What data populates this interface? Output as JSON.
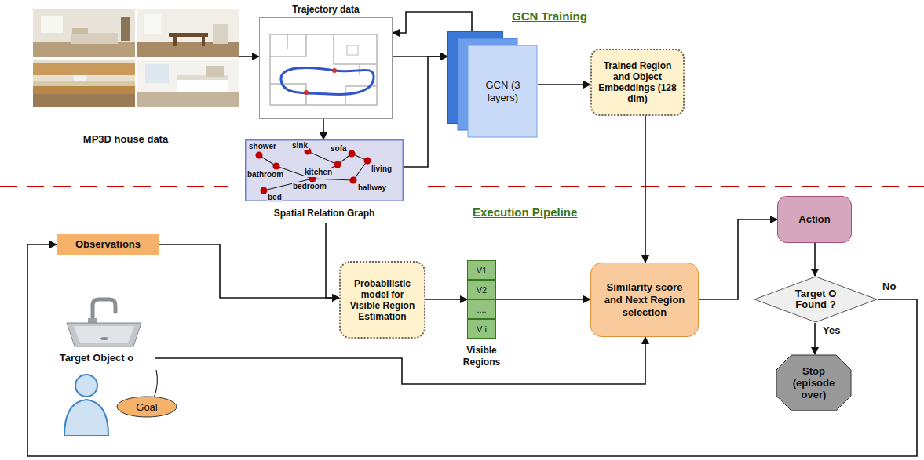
{
  "diagram": {
    "nodes": [
      {
        "text": [
          "MP3D house data"
        ]
      },
      {
        "text": [
          "Trajectory data"
        ]
      },
      {
        "text": [
          "GCN (3 layers)"
        ]
      },
      {
        "text": [
          "Trained Region and Object Embeddings (128 dim)"
        ]
      },
      {
        "text": [
          "Spatial Relation Graph"
        ]
      },
      {
        "text": [
          "Observations"
        ]
      },
      {
        "text": [
          "Target Object o"
        ]
      },
      {
        "text": [
          "Goal"
        ]
      },
      {
        "text": [
          "Probabilistic model for Visible Region Estimation"
        ]
      },
      {
        "text": [
          "Visible Regions"
        ]
      },
      {
        "text": [
          "V1"
        ],
        "in": 9
      },
      {
        "text": [
          "V2"
        ],
        "in": 9
      },
      {
        "text": [
          "...."
        ],
        "in": 9
      },
      {
        "text": [
          "V i"
        ],
        "in": 9
      },
      {
        "text": [
          "Similarity score and Next Region selection"
        ]
      },
      {
        "text": [
          "Action"
        ]
      },
      {
        "text": [
          "Target O Found ?"
        ]
      },
      {
        "text": [
          "Stop (episode over)"
        ]
      }
    ],
    "edges": [
      {
        "from": 0,
        "to": 1,
        "arrow": "to"
      },
      {
        "from": 1,
        "to": 2,
        "arrow": "to"
      },
      {
        "from": 2,
        "to": 1,
        "arrow": "to"
      },
      {
        "from": 1,
        "to": 4,
        "arrow": "to"
      },
      {
        "from": 4,
        "to": 2,
        "arrow": "to"
      },
      {
        "from": 2,
        "to": 3,
        "arrow": "to"
      },
      {
        "from": 3,
        "to": 14,
        "arrow": "to"
      },
      {
        "from": 4,
        "to": 8,
        "arrow": "to"
      },
      {
        "from": 5,
        "to": 8,
        "arrow": "to"
      },
      {
        "from": 8,
        "to": 9,
        "arrow": "to"
      },
      {
        "from": 9,
        "to": 14,
        "arrow": "to"
      },
      {
        "from": 6,
        "to": 14,
        "arrow": "to"
      },
      {
        "from": 14,
        "to": 15,
        "arrow": "to"
      },
      {
        "from": 15,
        "to": 16,
        "arrow": "to"
      },
      {
        "from": 16,
        "to": 17,
        "label": "Yes",
        "arrow": "to"
      },
      {
        "from": 16,
        "to": 5,
        "label": "No",
        "arrow": "to"
      }
    ],
    "labels": [
      "GCN Training",
      "Execution Pipeline",
      "shower",
      "sink",
      "sofa",
      "bathroom",
      "kitchen",
      "living",
      "bedroom",
      "hallway",
      "bed"
    ]
  }
}
